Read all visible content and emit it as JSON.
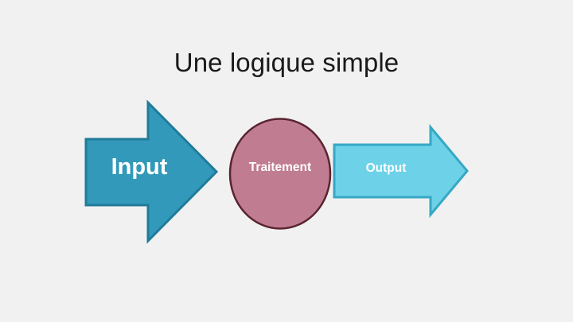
{
  "slide": {
    "title": "Une logique simple",
    "background_color": "#F1F1F1",
    "title_color": "#1A1A1A"
  },
  "diagram": {
    "nodes": [
      {
        "id": "input",
        "label": "Input",
        "shape": "block-arrow-right",
        "fill": "#3399BB",
        "stroke": "#1F7C99",
        "text_color": "#FFFFFF"
      },
      {
        "id": "traitement",
        "label": "Traitement",
        "shape": "ellipse",
        "fill": "#C07D91",
        "stroke": "#5A2430",
        "text_color": "#FFFFFF"
      },
      {
        "id": "output",
        "label": "Output",
        "shape": "block-arrow-right",
        "fill": "#6DD2E8",
        "stroke": "#35A8C4",
        "text_color": "#FFFFFF"
      }
    ]
  }
}
